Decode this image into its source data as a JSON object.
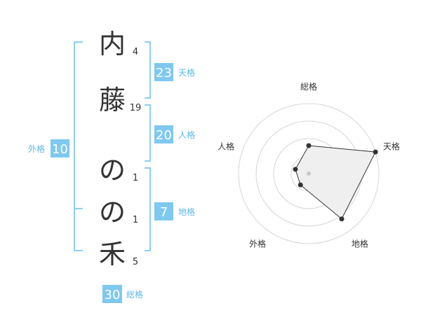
{
  "characters": [
    {
      "char": "内",
      "strokes": "4"
    },
    {
      "char": "藤",
      "strokes": "19"
    },
    {
      "char": "の",
      "strokes": "1"
    },
    {
      "char": "の",
      "strokes": "1"
    },
    {
      "char": "禾",
      "strokes": "5"
    }
  ],
  "kaku": {
    "tenkaku": {
      "label": "天格",
      "value": "23"
    },
    "jinkaku": {
      "label": "人格",
      "value": "20"
    },
    "chikaku": {
      "label": "地格",
      "value": "7"
    },
    "gaikaku": {
      "label": "外格",
      "value": "10"
    },
    "soukaku": {
      "label": "総格",
      "value": "30"
    }
  },
  "colors": {
    "accent": "#7fc8f0",
    "bracket": "#8ccff2",
    "label_text": "#5ab8ea",
    "radar_fill": "#efefef",
    "radar_line": "#333333",
    "ring": "#d6d6d6"
  },
  "chart_data": {
    "type": "radar",
    "axes": [
      "総格",
      "天格",
      "地格",
      "外格",
      "人格"
    ],
    "values": [
      2,
      5,
      4,
      1,
      1
    ],
    "range": [
      0,
      5
    ],
    "rings": 4
  }
}
